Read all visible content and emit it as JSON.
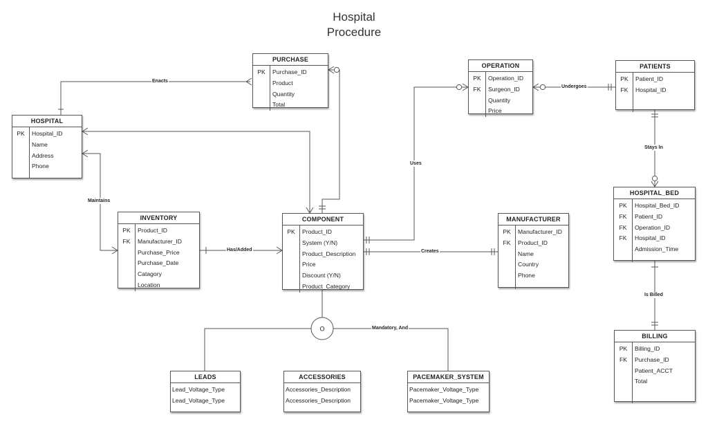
{
  "title_line1": "Hospital",
  "title_line2": "Procedure",
  "entities": {
    "purchase": {
      "name": "PURCHASE",
      "rows": [
        {
          "key": "PK",
          "field": "Purchase_ID"
        },
        {
          "key": "",
          "field": "Product"
        },
        {
          "key": "",
          "field": "Quantity"
        },
        {
          "key": "",
          "field": "Total"
        }
      ]
    },
    "hospital": {
      "name": "HOSPITAL",
      "rows": [
        {
          "key": "PK",
          "field": "Hospital_ID"
        },
        {
          "key": "",
          "field": "Name"
        },
        {
          "key": "",
          "field": "Address"
        },
        {
          "key": "",
          "field": "Phone"
        }
      ]
    },
    "operation": {
      "name": "OPERATION",
      "rows": [
        {
          "key": "PK",
          "field": "Operation_ID"
        },
        {
          "key": "FK",
          "field": "Surgeon_ID"
        },
        {
          "key": "",
          "field": "Quantity"
        },
        {
          "key": "",
          "field": "Price"
        }
      ]
    },
    "patients": {
      "name": "PATIENTS",
      "rows": [
        {
          "key": "PK",
          "field": "Patient_ID"
        },
        {
          "key": "FK",
          "field": "Hospital_ID"
        }
      ]
    },
    "inventory": {
      "name": "INVENTORY",
      "rows": [
        {
          "key": "PK",
          "field": "Product_ID"
        },
        {
          "key": "FK",
          "field": "Manufacturer_ID"
        },
        {
          "key": "",
          "field": "Purchase_Price"
        },
        {
          "key": "",
          "field": "Purchase_Date"
        },
        {
          "key": "",
          "field": "Catagory"
        },
        {
          "key": "",
          "field": "Location"
        }
      ]
    },
    "component": {
      "name": "COMPONENT",
      "rows": [
        {
          "key": "PK",
          "field": "Product_ID"
        },
        {
          "key": "",
          "field": "System (Y/N)"
        },
        {
          "key": "",
          "field": "Product_Description"
        },
        {
          "key": "",
          "field": "Price"
        },
        {
          "key": "",
          "field": "Discount (Y/N)"
        },
        {
          "key": "",
          "field": "Product_Category"
        }
      ]
    },
    "manufacturer": {
      "name": "MANUFACTURER",
      "rows": [
        {
          "key": "PK",
          "field": "Manufacturer_ID"
        },
        {
          "key": "FK",
          "field": "Product_ID"
        },
        {
          "key": "",
          "field": "Name"
        },
        {
          "key": "",
          "field": "Country"
        },
        {
          "key": "",
          "field": "Phone"
        }
      ]
    },
    "hospital_bed": {
      "name": "HOSPITAL_BED",
      "rows": [
        {
          "key": "PK",
          "field": "Hospital_Bed_ID"
        },
        {
          "key": "FK",
          "field": "Patient_ID"
        },
        {
          "key": "FK",
          "field": "Operation_ID"
        },
        {
          "key": "FK",
          "field": "Hospital_ID"
        },
        {
          "key": "",
          "field": "Admission_Time"
        }
      ]
    },
    "billing": {
      "name": "BILLING",
      "rows": [
        {
          "key": "PK",
          "field": "Billing_ID"
        },
        {
          "key": "FK",
          "field": "Purchase_ID"
        },
        {
          "key": "",
          "field": "Patient_ACCT"
        },
        {
          "key": "",
          "field": "Total"
        }
      ]
    },
    "leads": {
      "name": "LEADS",
      "rows": [
        {
          "key": "",
          "field": "Lead_Voltage_Type"
        },
        {
          "key": "",
          "field": "Lead_Voltage_Type"
        }
      ]
    },
    "accessories": {
      "name": "ACCESSORIES",
      "rows": [
        {
          "key": "",
          "field": "Accessories_Description"
        },
        {
          "key": "",
          "field": "Accessories_Description"
        }
      ]
    },
    "pacemaker_system": {
      "name": "PACEMAKER_SYSTEM",
      "rows": [
        {
          "key": "",
          "field": "Pacemaker_Voltage_Type"
        },
        {
          "key": "",
          "field": "Pacemaker_Voltage_Type"
        }
      ]
    }
  },
  "relationships": {
    "enacts": "Enacts",
    "maintains": "Maintains",
    "has_added": "Has/Added",
    "uses": "Uses",
    "creates": "Creates",
    "undergoes": "Undergoes",
    "stays_in": "Stays In",
    "is_billed": "Is Billed",
    "mandatory_and": "Mandatory, And",
    "subtype_symbol": "O"
  }
}
